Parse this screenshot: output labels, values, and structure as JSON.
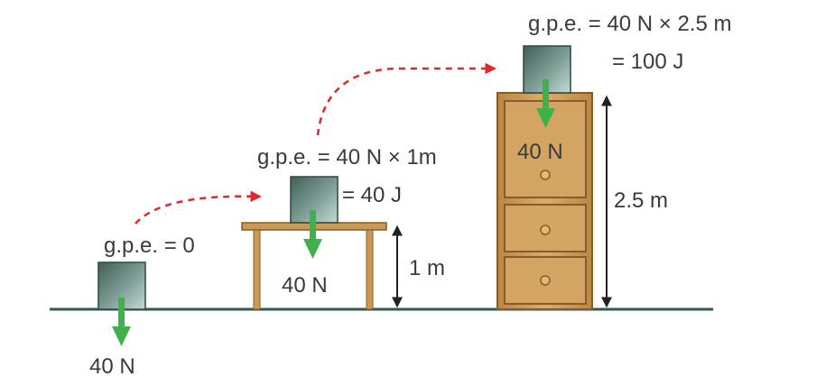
{
  "boxes": [
    {
      "id": "floor",
      "gpe_line1": "g.p.e. = 0",
      "gpe_line2": "",
      "weight": "40 N"
    },
    {
      "id": "table",
      "gpe_line1": "g.p.e. = 40 N × 1m",
      "gpe_line2": "= 40 J",
      "weight": "40 N",
      "height_label": "1 m"
    },
    {
      "id": "cabinet",
      "gpe_line1": "g.p.e. = 40 N × 2.5 m",
      "gpe_line2": "= 100 J",
      "weight": "40 N",
      "height_label": "2.5 m"
    }
  ],
  "colors": {
    "ground_line": "#2f5a50",
    "box_dark": "#3f5f59",
    "box_light": "#b9cfc9",
    "weight_arrow": "#3fb04a",
    "path_arrow": "#e0282a",
    "wood": "#c99a55",
    "wood_dark": "#8a5a2b",
    "dimension": "#222222"
  },
  "icons": {
    "weight_arrow": "arrow-down-icon",
    "path_arrow": "dashed-curved-arrow-icon",
    "height_marker": "double-headed-arrow-icon"
  }
}
